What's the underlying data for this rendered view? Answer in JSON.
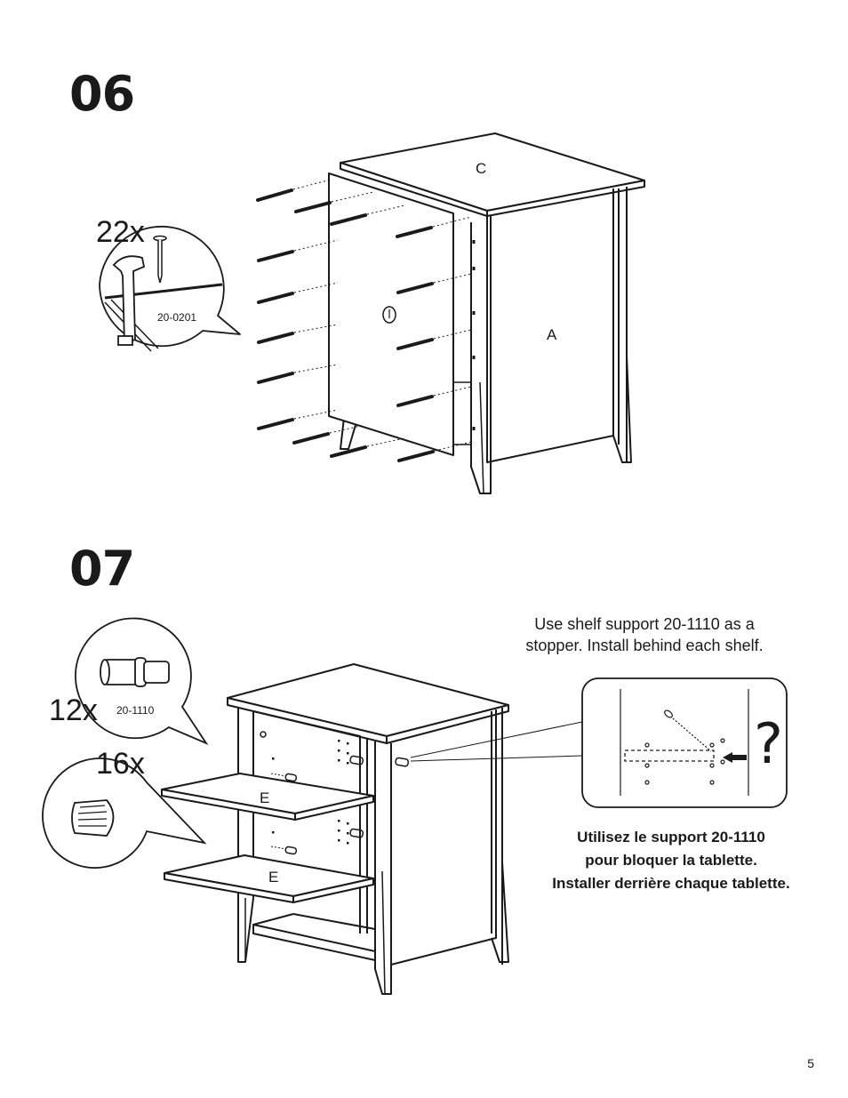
{
  "page_number": "5",
  "step06": {
    "number": "06",
    "quantity": "22x",
    "part_code": "20-0201",
    "labels": {
      "top": "C",
      "side": "A"
    }
  },
  "step07": {
    "number": "07",
    "quantity_support": "12x",
    "support_code": "20-1110",
    "quantity_peg": "16x",
    "shelf_label_1": "E",
    "shelf_label_2": "E",
    "note_en_line1": "Use shelf support 20-1110 as a",
    "note_en_line2": "stopper. Install behind each shelf.",
    "note_fr_line1": "Utilisez le support 20-1110",
    "note_fr_line2": "pour bloquer la tablette.",
    "note_fr_line3": "Installer derrière chaque tablette.",
    "detail_symbol": "?"
  },
  "icons": [
    "hammer-icon",
    "nail-icon",
    "screw-icon",
    "shelf-support-icon",
    "wooden-dowel-icon",
    "arrow-icon"
  ]
}
